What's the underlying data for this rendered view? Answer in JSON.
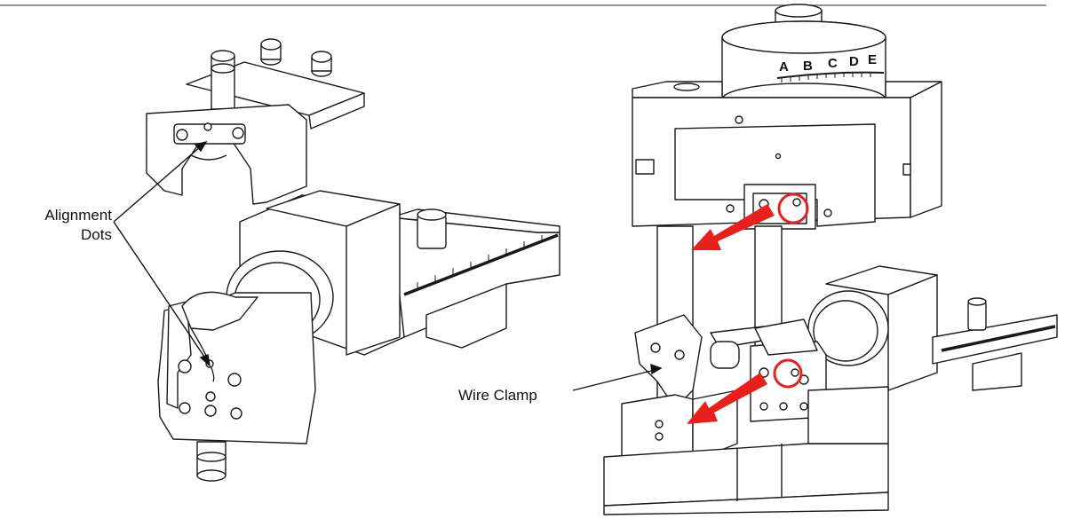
{
  "labels": {
    "alignment_line1": "Alignment",
    "alignment_line2": "Dots",
    "wire_clamp": "Wire Clamp"
  },
  "dial": {
    "letters": [
      "A",
      "B",
      "C",
      "D",
      "E"
    ]
  },
  "colors": {
    "line": "#1a1a1a",
    "highlight": "#e8201c"
  }
}
